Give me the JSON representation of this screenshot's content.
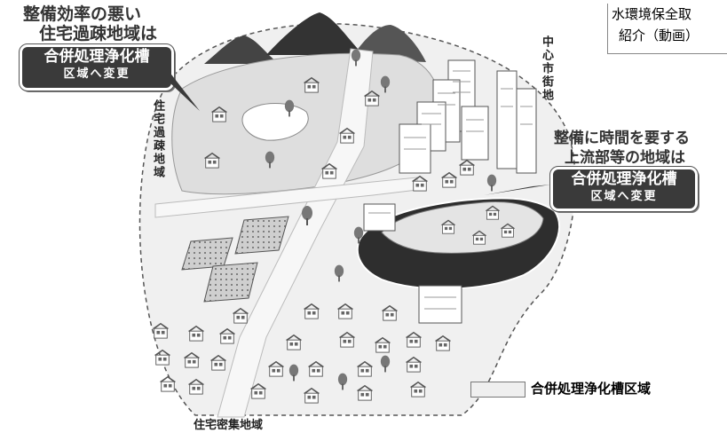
{
  "header_link": {
    "line1": "水環境保全取",
    "line2": "紹介（動画）"
  },
  "callout_top_left": {
    "question_line1": "整備効率の悪い",
    "question_line2": "住宅過疎地域は",
    "box_line1": "合併処理浄化槽",
    "box_line2": "区域へ変更"
  },
  "callout_right": {
    "question_line1": "整備に時間を要する",
    "question_line2": "上流部等の地域は",
    "box_line1": "合併処理浄化槽",
    "box_line2": "区域へ変更"
  },
  "region_labels": {
    "city_center": "中心市街地",
    "sparse_residential": "住宅過疎地域",
    "dense_residential": "住宅密集地域"
  },
  "legend": {
    "label": "合併処理浄化槽区域"
  },
  "colors": {
    "zone_fill": "#e6e6e6",
    "dark_zone": "#2e2e2e",
    "callout_bg": "#3a3a3a",
    "road": "#f4f4f4"
  }
}
